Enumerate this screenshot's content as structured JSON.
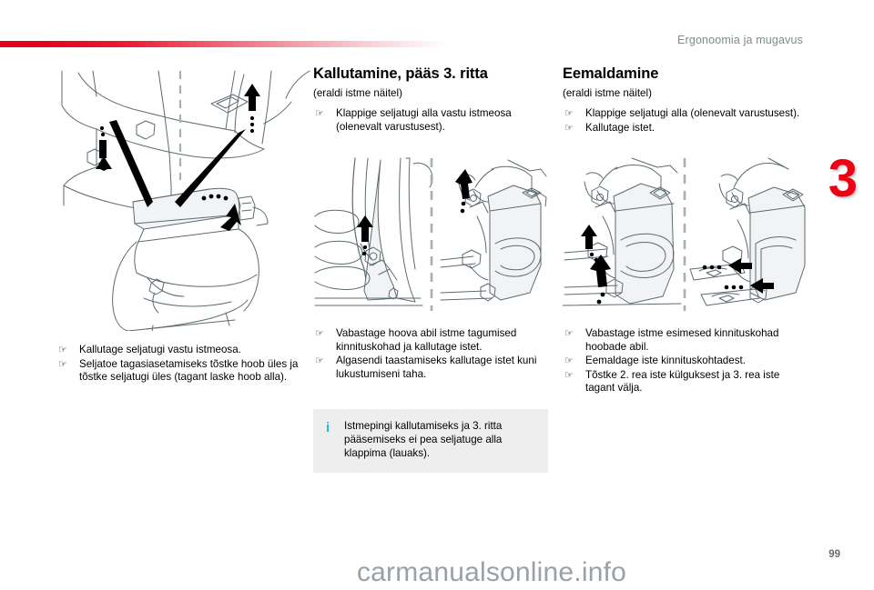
{
  "header": {
    "title": "Ergonoomia ja mugavus",
    "accent_color": "#e3001b"
  },
  "chapter": {
    "number": "3",
    "color": "#ee0014"
  },
  "columns": {
    "left": {
      "figure_caption": "",
      "bullets": [
        "Kallutage seljatugi vastu istmeosa.",
        "Seljatoe tagasiasetamiseks tõstke hoob üles ja tõstke seljatugi üles (tagant laske hoob alla)."
      ]
    },
    "middle": {
      "title": "Kallutamine, pääs 3. ritta",
      "subtitle": "(eraldi istme näitel)",
      "bullets_top": [
        "Klappige seljatugi alla vastu istmeosa (olenevalt varustusest)."
      ],
      "bullets_bottom": [
        "Vabastage hoova abil istme tagumised kinnituskohad ja kallutage istet.",
        "Algasendi taastamiseks kallutage istet kuni lukustumiseni taha."
      ]
    },
    "right": {
      "title": "Eemaldamine",
      "subtitle": "(eraldi istme näitel)",
      "bullets_top": [
        "Klappige seljatugi alla (olenevalt varustusest).",
        "Kallutage istet."
      ],
      "bullets_bottom": [
        "Vabastage istme esimesed kinnituskohad hoobade abil.",
        "Eemaldage iste kinnituskohtadest.",
        "Tõstke 2. rea iste külguksest ja 3. rea iste tagant välja."
      ]
    }
  },
  "info_box": {
    "icon": "info-i-icon",
    "icon_color": "#29b6e0",
    "background": "#eeeeee",
    "text": "Istmepingi kallutamiseks ja 3. ritta pääsemiseks ei pea seljatuge alla klappima (lauaks)."
  },
  "footer": {
    "page_number": "99",
    "watermark": "carmanualsonline.info"
  },
  "bullet_glyph": "☞"
}
